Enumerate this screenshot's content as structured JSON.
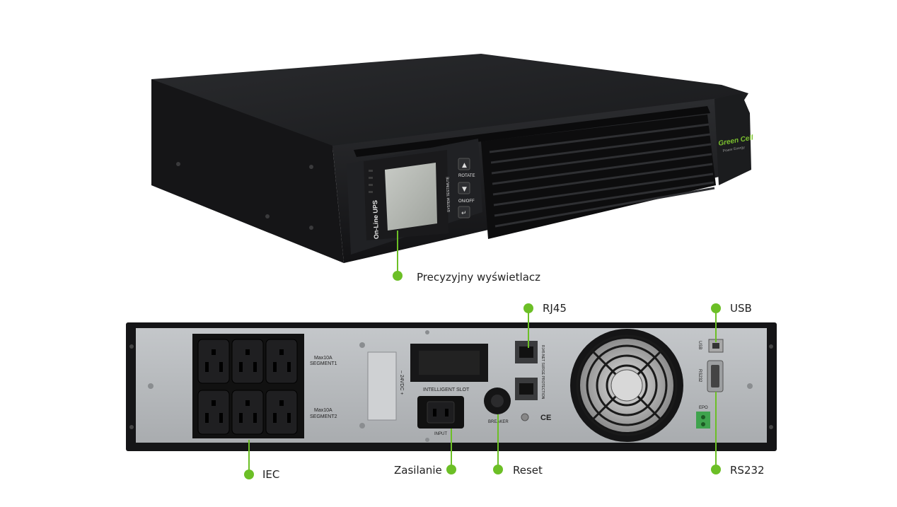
{
  "front_panel": {
    "brand_logo": "Green Cell",
    "brand_sub": "Power Energy",
    "vertical_label": "On-Line UPS",
    "button_labels": [
      "ROTATE",
      "ON/OFF"
    ],
    "side_label": "SYSTEM TEST/MUTE"
  },
  "rear_panel": {
    "segment1": [
      "Max10A",
      "SEGMENT1"
    ],
    "segment2": [
      "Max10A",
      "SEGMENT2"
    ],
    "dc_label": "– 24VDC +",
    "slot_label": "INTELLIGENT SLOT",
    "input_label": "INPUT",
    "breaker_label": "BREAKER",
    "rj45_side_label": "RJ45 NET SURGE PROTECTION",
    "usb_label": "USB",
    "rs232_label": "RS232",
    "epo_label": "EPO",
    "ce_mark": "CE"
  },
  "callouts": {
    "display": "Precyzyjny wyświetlacz",
    "rj45": "RJ45",
    "usb": "USB",
    "iec": "IEC",
    "power": "Zasilanie",
    "reset": "Reset",
    "rs232": "RS232"
  },
  "colors": {
    "accent_green": "#6cbf26",
    "case_black": "#1c1c1e",
    "panel_gray": "#b9bcbf"
  }
}
